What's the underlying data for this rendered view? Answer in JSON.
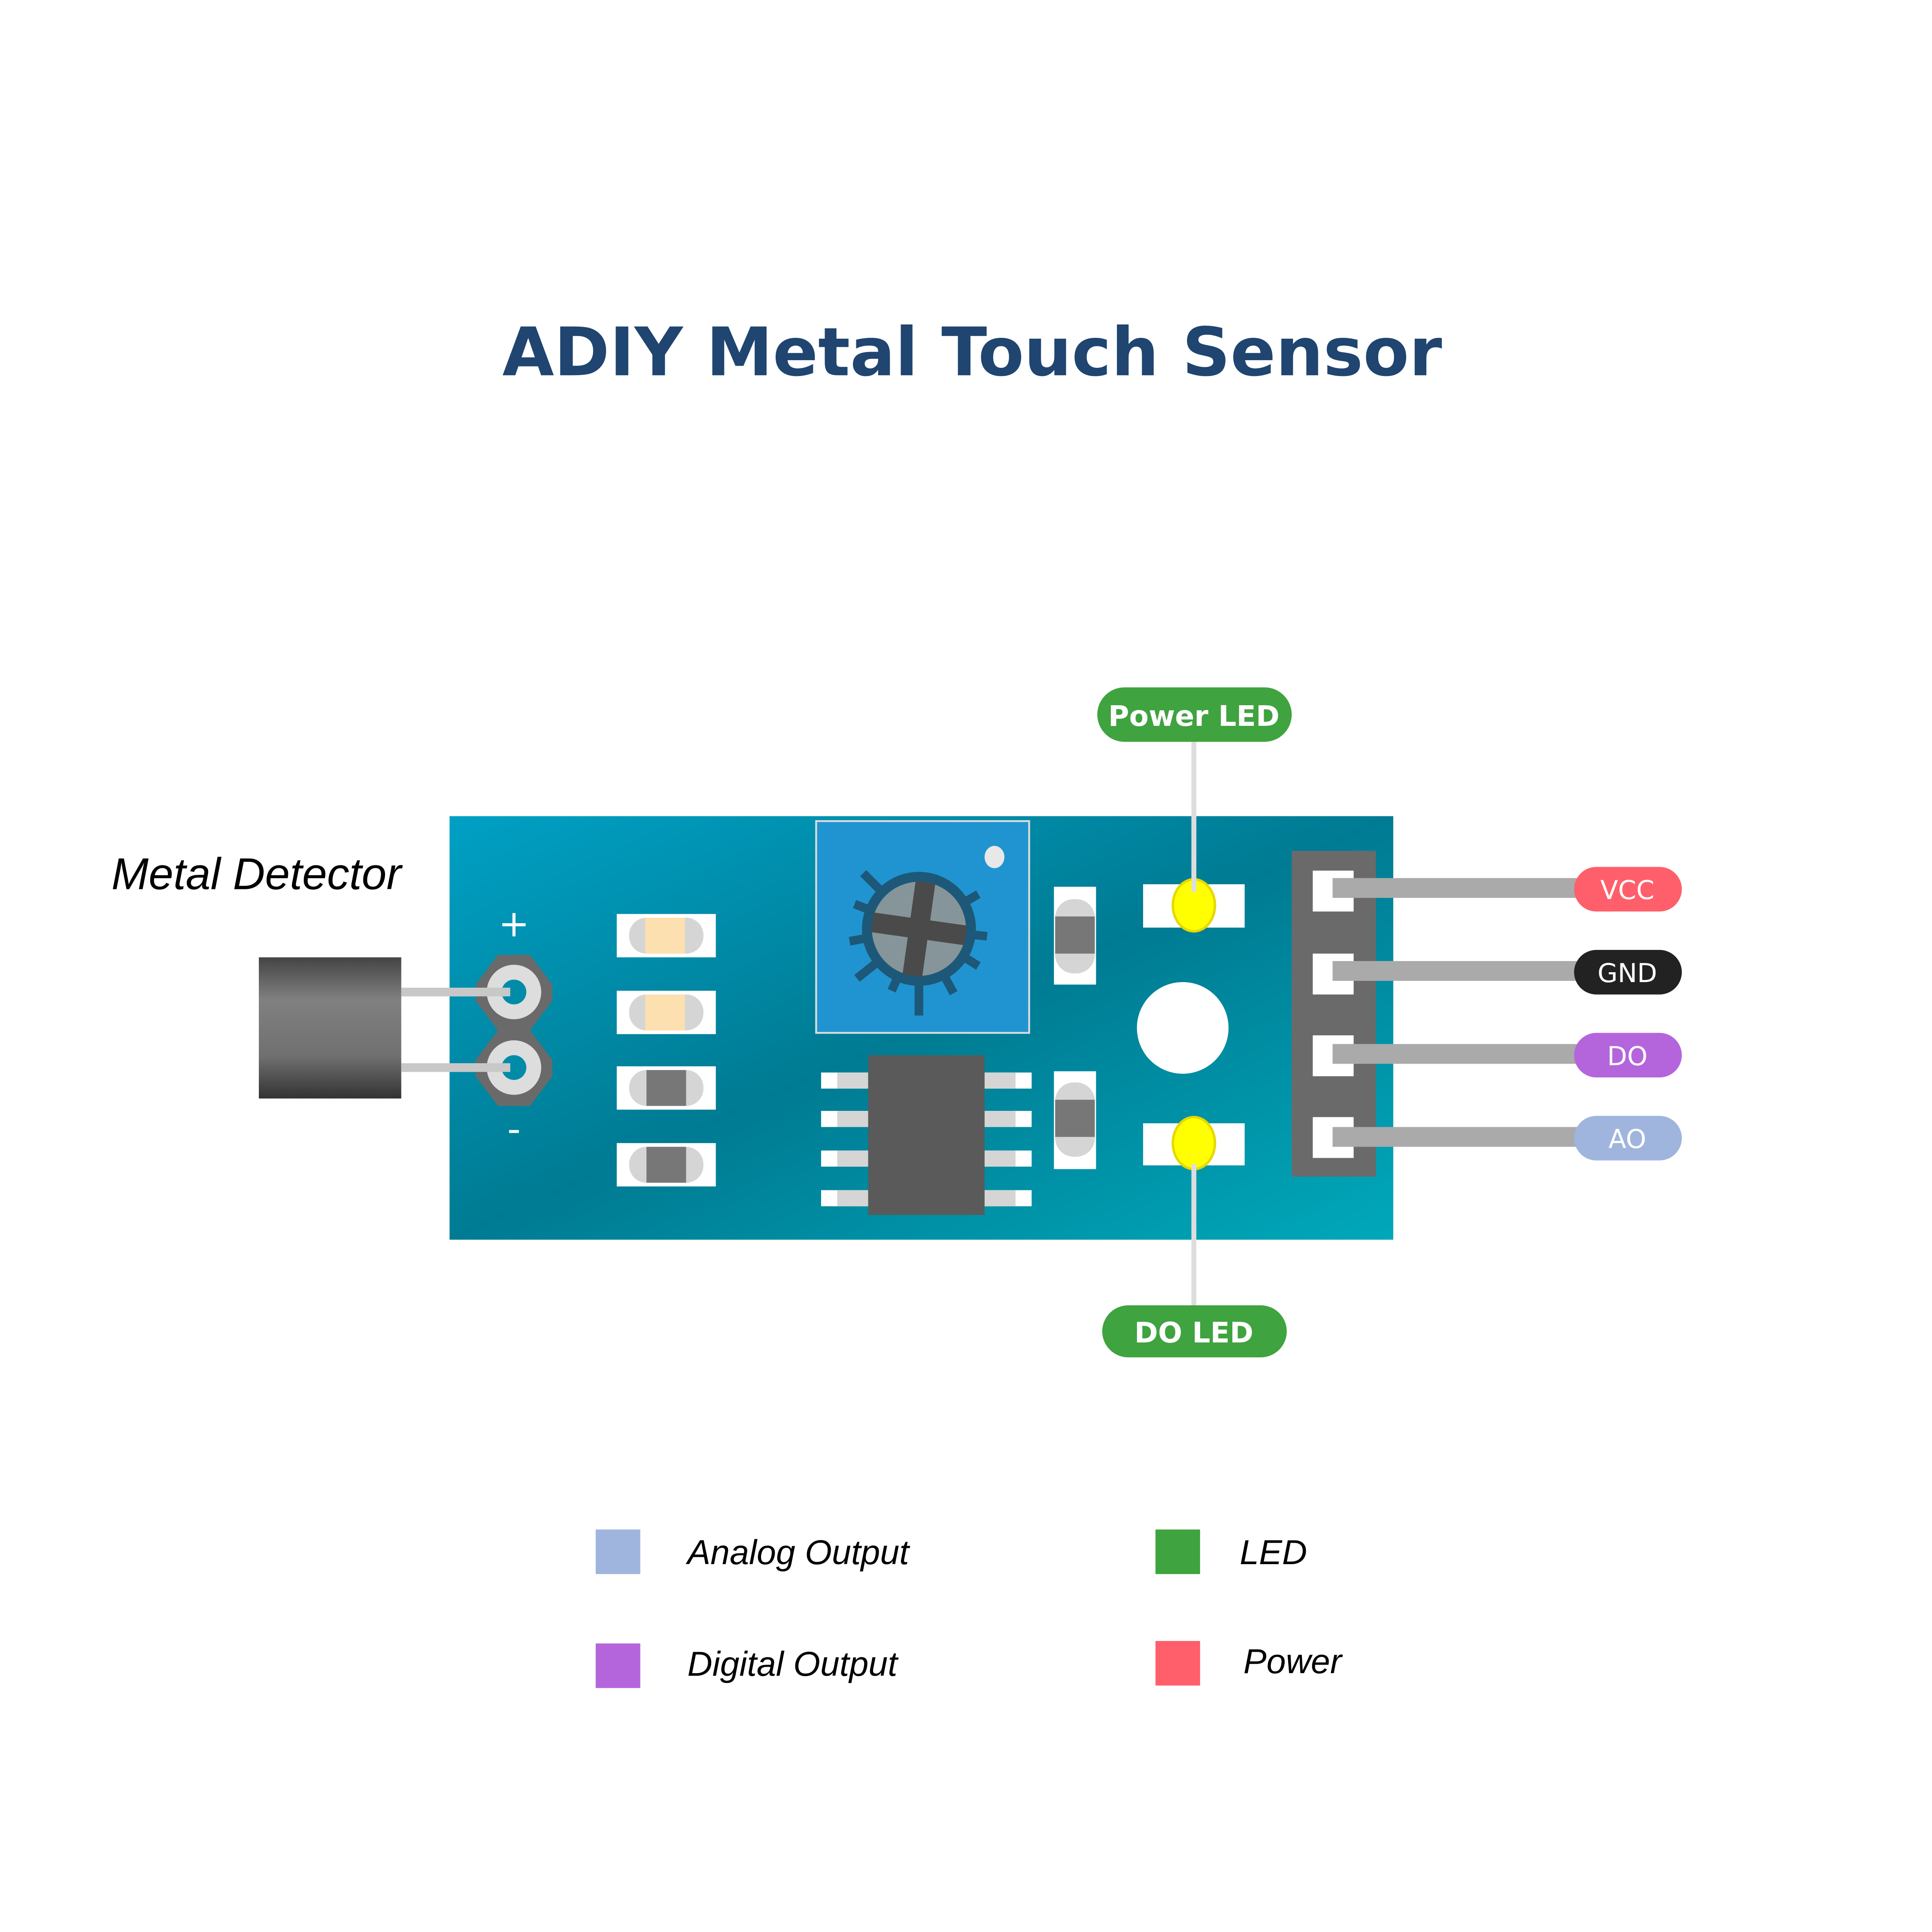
{
  "title": "ADIY Metal Touch Sensor",
  "sensor": {
    "label": "Metal Detector",
    "plus": "+",
    "minus": "-"
  },
  "callouts": {
    "power_led": "Power LED",
    "do_led": "DO LED"
  },
  "pins": [
    {
      "label": "VCC",
      "color": "#ff5f6a"
    },
    {
      "label": "GND",
      "color": "#222222"
    },
    {
      "label": "DO",
      "color": "#b565dc"
    },
    {
      "label": "AO",
      "color": "#9fb5dd"
    }
  ],
  "legend": [
    {
      "label": "Analog Output",
      "color": "#9fb5dd"
    },
    {
      "label": "Digital Output",
      "color": "#b565dc"
    },
    {
      "label": "LED",
      "color": "#3fa33f"
    },
    {
      "label": "Power",
      "color": "#ff5f6a"
    }
  ],
  "colors": {
    "title": "#1f4570",
    "board": "#008ca8",
    "led": "#ffff00",
    "callout": "#3fa33f"
  }
}
